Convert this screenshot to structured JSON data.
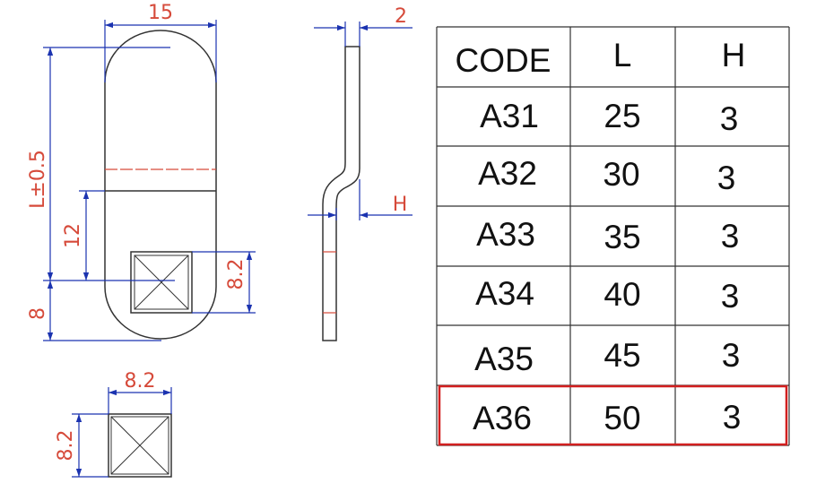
{
  "colors": {
    "outline": "#333333",
    "dimension_line": "#1b33b0",
    "dimension_text": "#d64a3a",
    "table_grid": "#333333",
    "highlight_border": "#d11f1f"
  },
  "front_view": {
    "width_label": "15",
    "length_label": "L±0.5",
    "offset_label": "12",
    "bottom_label": "8",
    "square_label": "8.2"
  },
  "side_view": {
    "thickness_label": "2",
    "height_label": "H"
  },
  "detail_view": {
    "width_label": "8.2",
    "height_label": "8.2"
  },
  "table": {
    "headers": [
      "CODE",
      "L",
      "H"
    ],
    "rows": [
      {
        "code": "A31",
        "l": "25",
        "h": "3"
      },
      {
        "code": "A32",
        "l": "30",
        "h": "3"
      },
      {
        "code": "A33",
        "l": "35",
        "h": "3"
      },
      {
        "code": "A34",
        "l": "40",
        "h": "3"
      },
      {
        "code": "A35",
        "l": "45",
        "h": "3"
      },
      {
        "code": "A36",
        "l": "50",
        "h": "3"
      }
    ],
    "highlighted_row": 5
  }
}
